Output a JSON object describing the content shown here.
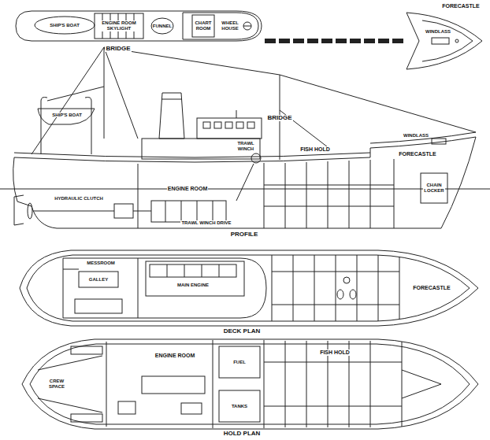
{
  "diagram": {
    "labels": [
      "FORECASTLE",
      "SHIP'S BOAT",
      "ENGINE ROOM SKYLIGHT",
      "FUNNEL",
      "CHART ROOM",
      "WHEEL HOUSE",
      "BRIDGE",
      "WINDLASS",
      "SHIP'S BOAT",
      "BRIDGE",
      "TRAWL WINCH",
      "FISH HOLD",
      "WINDLASS",
      "FORECASTLE",
      "CHAIN LOCKER",
      "ENGINE ROOM",
      "HYDRAULIC CLUTCH",
      "TRAWL WINCH DRIVE",
      "PROFILE",
      "MESSROOM",
      "GALLEY",
      "MAIN ENGINE",
      "FORECASTLE",
      "DECK PLAN",
      "ENGINE ROOM",
      "FISH HOLD",
      "CREW SPACE",
      "FUEL",
      "TANKS",
      "HOLD PLAN"
    ]
  }
}
